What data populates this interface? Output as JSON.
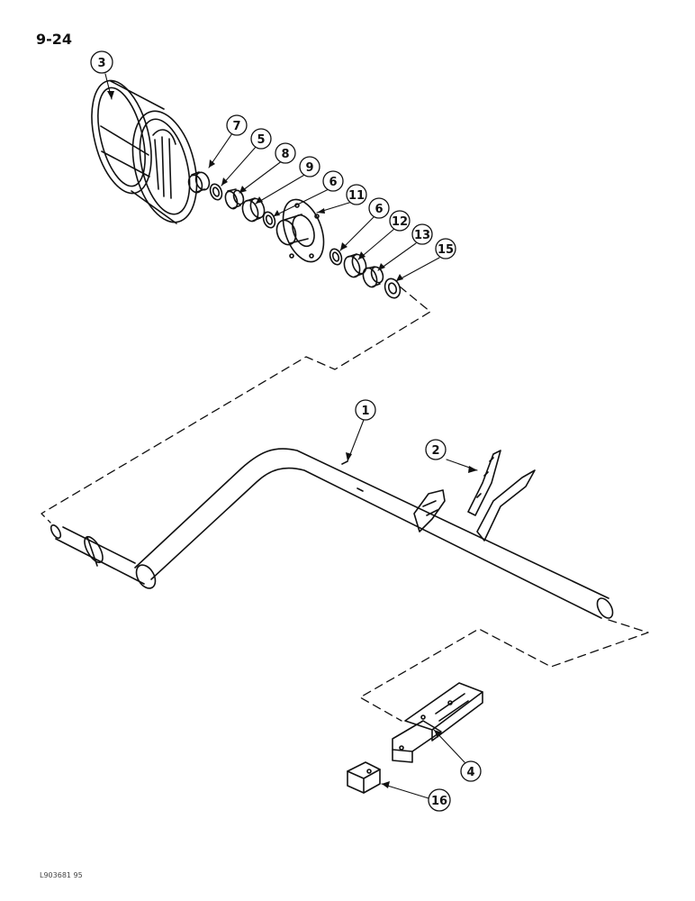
{
  "page_number": "9-24",
  "figure_code": "L903681 95",
  "callouts": [
    "3",
    "7",
    "5",
    "8",
    "9",
    "6",
    "11",
    "6",
    "12",
    "13",
    "15",
    "1",
    "2",
    "4",
    "16"
  ],
  "colors": {
    "ink": "#111111",
    "paper": "#ffffff"
  }
}
